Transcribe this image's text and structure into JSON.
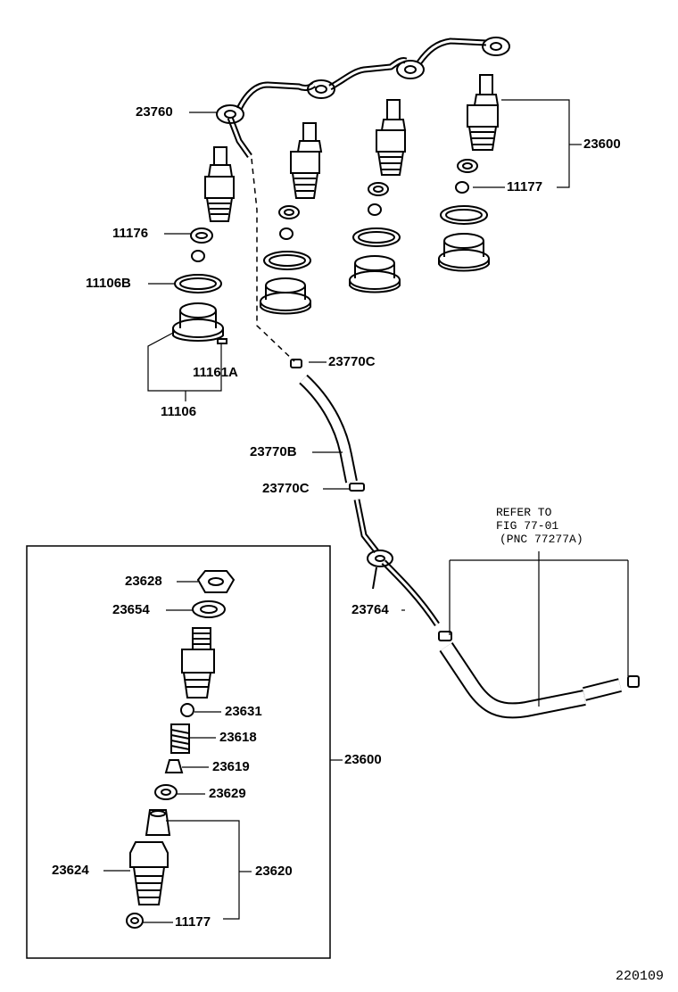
{
  "diagram": {
    "figure_number": "220109",
    "labels": {
      "p23760": "23760",
      "p23600_top": "23600",
      "p11177_top": "11177",
      "p11176": "11176",
      "p11106b": "11106B",
      "p11161a": "11161A",
      "p11106": "11106",
      "p23770c_top": "23770C",
      "p23770b": "23770B",
      "p23770c_mid": "23770C",
      "p23764": "23764",
      "p23628": "23628",
      "p23654": "23654",
      "p23631": "23631",
      "p23618": "23618",
      "p23619": "23619",
      "p23629": "23629",
      "p23600_box": "23600",
      "p23624": "23624",
      "p23620": "23620",
      "p11177_box": "11177"
    },
    "reference_note": {
      "line1": "REFER TO",
      "line2": "FIG 77-01",
      "line3": "(PNC 77277A)"
    }
  }
}
